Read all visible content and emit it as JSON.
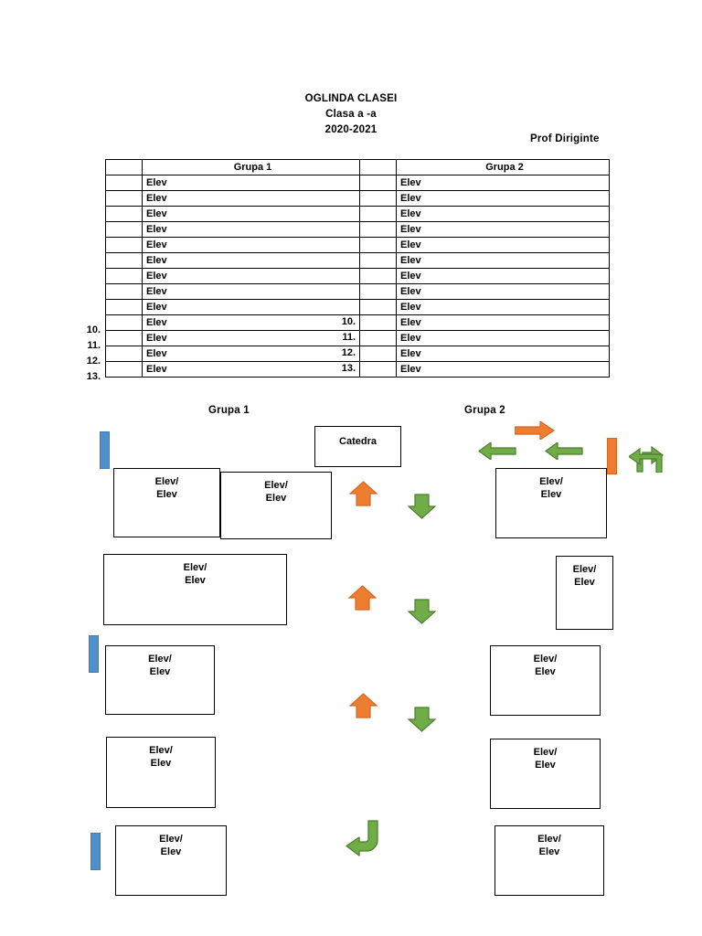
{
  "document": {
    "title_line1": "OGLINDA CLASEI",
    "title_line2": "Clasa a  -a",
    "title_line3": "2020-2021",
    "prof_label": "Prof Diriginte"
  },
  "roster": {
    "headers": {
      "num_left": "",
      "group1": "Grupa 1",
      "num_mid": "",
      "group2": "Grupa 2"
    },
    "student_label": "Elev",
    "rows": [
      {
        "outer_num": "",
        "name1": "Elev",
        "inner_num": "",
        "name2": "Elev"
      },
      {
        "outer_num": "",
        "name1": "Elev",
        "inner_num": "",
        "name2": "Elev"
      },
      {
        "outer_num": "",
        "name1": "Elev",
        "inner_num": "",
        "name2": "Elev"
      },
      {
        "outer_num": "",
        "name1": "Elev",
        "inner_num": "",
        "name2": "Elev"
      },
      {
        "outer_num": "",
        "name1": "Elev",
        "inner_num": "",
        "name2": "Elev"
      },
      {
        "outer_num": "",
        "name1": "Elev",
        "inner_num": "",
        "name2": "Elev"
      },
      {
        "outer_num": "",
        "name1": "Elev",
        "inner_num": "",
        "name2": "Elev"
      },
      {
        "outer_num": "",
        "name1": "Elev",
        "inner_num": "",
        "name2": "Elev"
      },
      {
        "outer_num": "",
        "name1": "Elev",
        "inner_num": "",
        "name2": "Elev"
      },
      {
        "outer_num": "10.",
        "name1": "Elev",
        "inner_num": "10.",
        "name2": "Elev"
      },
      {
        "outer_num": "11.",
        "name1": "Elev",
        "inner_num": "11.",
        "name2": "Elev"
      },
      {
        "outer_num": "12.",
        "name1": "Elev",
        "inner_num": "12.",
        "name2": "Elev"
      },
      {
        "outer_num": "13.",
        "name1": "Elev",
        "inner_num": "13.",
        "name2": "Elev"
      }
    ]
  },
  "diagram": {
    "group1_label": "Grupa 1",
    "group2_label": "Grupa 2",
    "catedra_label": "Catedra",
    "desk_line1": "Elev/",
    "desk_line2": "Elev",
    "desks": [
      {
        "id": "g1-r1-a",
        "line1": "Elev/",
        "line2": "Elev"
      },
      {
        "id": "g1-r1-b",
        "line1": "Elev/",
        "line2": "Elev"
      },
      {
        "id": "g1-r2",
        "line1": "Elev/",
        "line2": "Elev"
      },
      {
        "id": "g1-r3",
        "line1": "Elev/",
        "line2": "Elev"
      },
      {
        "id": "g1-r4",
        "line1": "Elev/",
        "line2": "Elev"
      },
      {
        "id": "g1-r5",
        "line1": "Elev/",
        "line2": "Elev"
      },
      {
        "id": "g2-r1",
        "line1": "Elev/",
        "line2": "Elev"
      },
      {
        "id": "g2-r2",
        "line1": "Elev/",
        "line2": "Elev"
      },
      {
        "id": "g2-r3",
        "line1": "Elev/",
        "line2": "Elev"
      },
      {
        "id": "g2-r4",
        "line1": "Elev/",
        "line2": "Elev"
      },
      {
        "id": "g2-r5",
        "line1": "Elev/",
        "line2": "Elev"
      }
    ],
    "colors": {
      "orange": "#ED7D31",
      "orange_border": "#D9661F",
      "green": "#70AD47",
      "green_border": "#4E7D2F",
      "blue": "#4F8FCC",
      "blue_border": "#3D7EB8",
      "outline": "#000000"
    }
  }
}
